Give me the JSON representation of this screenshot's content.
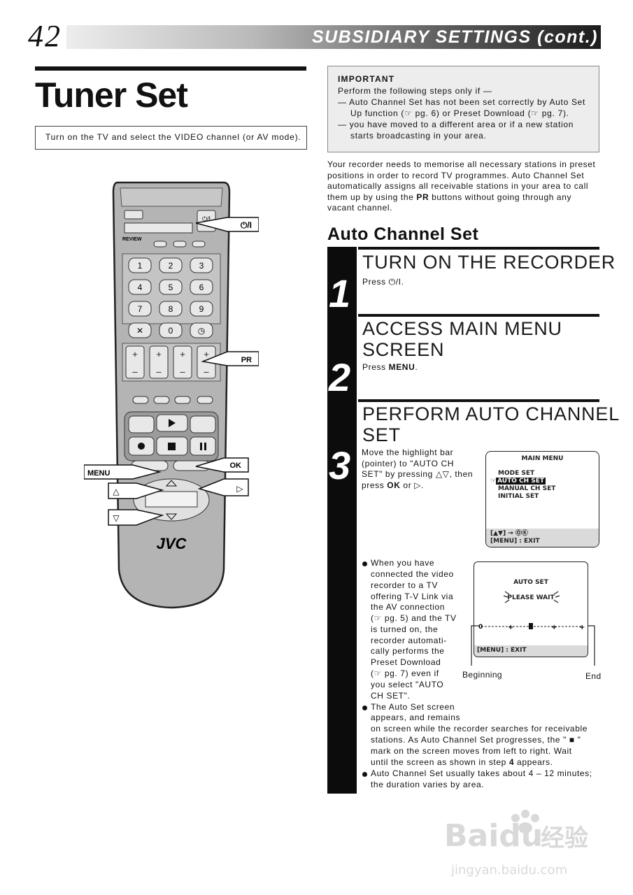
{
  "page": {
    "number": "42",
    "section": "SUBSIDIARY SETTINGS (cont.)"
  },
  "tuner": {
    "title": "Tuner Set",
    "note": "Turn on the TV and select the VIDEO channel (or AV mode)."
  },
  "important": {
    "heading": "IMPORTANT",
    "intro": "Perform the following steps only if —",
    "item1a": "— Auto Channel Set has not been set correctly by Auto Set",
    "item1b": "Up function (☞ pg. 6) or Preset Download (☞ pg. 7).",
    "item2a": "— you have moved to a different area or if a new station",
    "item2b": "starts broadcasting in your area."
  },
  "intro": {
    "l1": "Your recorder needs to memorise all necessary stations in preset",
    "l2": "positions in order to record TV programmes. Auto Channel Set",
    "l3": "automatically assigns all receivable stations in your area to call",
    "l4a": "them up by using the ",
    "l4b": "PR",
    "l4c": " buttons without going through any",
    "l5": "vacant channel."
  },
  "subheading": "Auto Channel Set",
  "steps": [
    {
      "num": "1",
      "title": "TURN ON THE RECORDER",
      "text": "Press ⏻/I."
    },
    {
      "num": "2",
      "title1": "ACCESS MAIN MENU",
      "title2": "SCREEN",
      "pre": "Press ",
      "key": "MENU",
      "post": "."
    },
    {
      "num": "3",
      "title1": "PERFORM AUTO CHANNEL",
      "title2": "SET",
      "d1": "Move the highlight bar",
      "d2": "(pointer) to \"AUTO CH",
      "d3": "SET\" by pressing △▽, then",
      "d4a": "press ",
      "d4b": "OK",
      "d4c": " or ▷."
    }
  ],
  "menu_screen": {
    "title": "MAIN MENU",
    "items": [
      "MODE SET",
      "AUTO CH SET",
      "MANUAL CH SET",
      "INITIAL SET"
    ],
    "nav": "[▲▼] → ⓄⓀ",
    "exit": "[MENU] : EXIT"
  },
  "autoset_screen": {
    "title": "AUTO SET",
    "wait": "PLEASE WAIT",
    "exit": "[MENU] : EXIT",
    "begin": "Beginning",
    "end": "End"
  },
  "bullets": {
    "a1": "When you have",
    "a2": "connected the video",
    "a3": "recorder to a TV",
    "a4": "offering T-V Link via",
    "a5": "the AV connection",
    "a6": "(☞ pg. 5) and the TV",
    "a7": "is turned on, the",
    "a8": "recorder automati-",
    "a9": "cally performs the",
    "a10": "Preset Download",
    "a11": "(☞ pg. 7) even if",
    "a12": "you select \"AUTO",
    "a13": "CH SET\".",
    "b1": "The Auto Set screen",
    "b2": "appears, and remains",
    "b3": "on screen while the recorder searches for receivable",
    "b4": "stations. As Auto Channel Set progresses, the \" ■ \"",
    "b5": "mark on the screen moves from left to right. Wait",
    "b6a": "until the screen as shown in step ",
    "b6b": "4",
    "b6c": " appears.",
    "c1": "Auto Channel Set usually takes about 4 – 12 minutes;",
    "c2": "the duration varies by area."
  },
  "remote": {
    "brand": "JVC",
    "power": "⏻/I",
    "keys": [
      "1",
      "2",
      "3",
      "4",
      "5",
      "6",
      "7",
      "8",
      "9",
      "✕",
      "0",
      "◷"
    ],
    "review": "REVIEW",
    "callout_power": "⏻/I",
    "callout_pr": "PR",
    "callout_ok": "OK",
    "callout_menu": "MENU",
    "callout_up": "△",
    "callout_down": "▽",
    "callout_right": "▷",
    "pr_label": "PR"
  },
  "watermark": {
    "brand": "Baidu",
    "cn": "经验",
    "url": "jingyan.baidu.com"
  }
}
